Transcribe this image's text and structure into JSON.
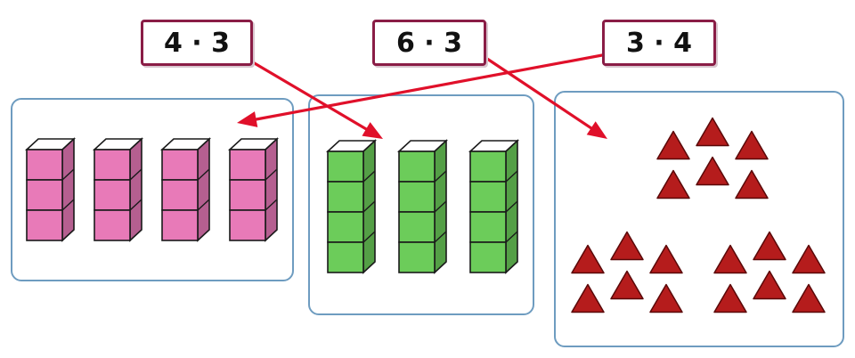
{
  "labels": [
    {
      "id": "card-4x3",
      "text": "4 · 3"
    },
    {
      "id": "card-6x3",
      "text": "6 · 3"
    },
    {
      "id": "card-3x4",
      "text": "3 · 4"
    }
  ],
  "groups": {
    "pink_towers": {
      "towers": 4,
      "cubes_per_tower": 3,
      "color": "#e87ab8"
    },
    "green_towers": {
      "towers": 3,
      "cubes_per_tower": 4,
      "color": "#6ccc5a"
    },
    "triangle_clusters": {
      "clusters": 3,
      "triangles_per_cluster": 6,
      "color": "#b51c1c"
    }
  },
  "colors": {
    "panel_border": "#6e9cc0",
    "card_border": "#8a1d46",
    "arrow": "#e0102a"
  }
}
